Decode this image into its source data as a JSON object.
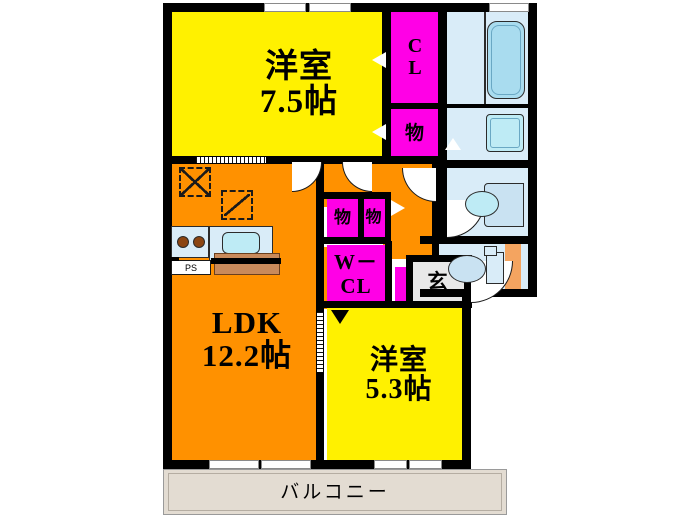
{
  "plan": {
    "title": "間取り図",
    "colors": {
      "yellow": "#FFF100",
      "orange": "#FF9100",
      "magenta": "#FF00E6",
      "bath_blue": "#D9ECF8",
      "tub_blue": "#A9DCEF",
      "balcony": "#E3DCD2",
      "entry_grey": "#E8E8E8",
      "wall_black": "#000000",
      "counter_brown": "#C98A5B",
      "sink_blue": "#C9E2F2"
    },
    "rooms": [
      {
        "key": "bedroom_main",
        "name_line1": "洋室",
        "name_line2": "7.5帖",
        "fill": "yellow"
      },
      {
        "key": "ldk",
        "name_line1": "LDK",
        "name_line2": "12.2帖",
        "fill": "orange"
      },
      {
        "key": "bedroom_sub",
        "name_line1": "洋室",
        "name_line2": "5.3帖",
        "fill": "yellow"
      },
      {
        "key": "closet_cl",
        "name_line1": "CL",
        "name_line2": "",
        "fill": "magenta"
      },
      {
        "key": "storage_top",
        "name_line1": "物",
        "name_line2": "",
        "fill": "magenta"
      },
      {
        "key": "storage_a",
        "name_line1": "物",
        "name_line2": "",
        "fill": "magenta"
      },
      {
        "key": "storage_b",
        "name_line1": "物",
        "name_line2": "",
        "fill": "magenta"
      },
      {
        "key": "walk_closet",
        "name_line1": "W－",
        "name_line2": "CL",
        "fill": "magenta"
      },
      {
        "key": "entrance",
        "name_line1": "玄",
        "name_line2": "",
        "fill": "entry_grey"
      },
      {
        "key": "balcony",
        "name_line1": "バルコニー",
        "name_line2": "",
        "fill": "balcony"
      }
    ],
    "fixtures": [
      {
        "key": "bathtub",
        "label": "浴槽"
      },
      {
        "key": "wash-basin",
        "label": "洗面台"
      },
      {
        "key": "toilet",
        "label": "トイレ"
      },
      {
        "key": "vanity-sink",
        "label": "洗面化粧台"
      },
      {
        "key": "kitchen-sink",
        "label": "シンク"
      },
      {
        "key": "stove",
        "label": "コンロ"
      },
      {
        "key": "counter",
        "label": "カウンター"
      },
      {
        "key": "pipe-shaft",
        "label": "PS"
      }
    ],
    "ps_label": "PS"
  }
}
